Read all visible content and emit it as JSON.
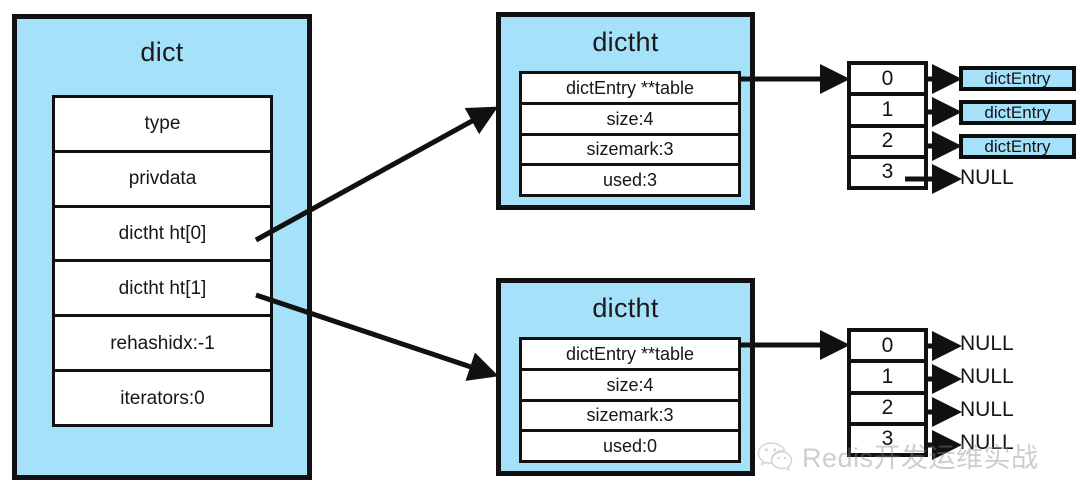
{
  "diagram": {
    "title_visible": false,
    "colors": {
      "struct_fill": "#a5e2fa",
      "entry_fill": "#a5e2fa",
      "stroke": "#111111",
      "field_fill": "#ffffff",
      "background": "#ffffff",
      "watermark": "#8a8a8a"
    }
  },
  "dict": {
    "title": "dict",
    "fields": [
      {
        "label": "type"
      },
      {
        "label": "privdata"
      },
      {
        "label": "dictht ht[0]"
      },
      {
        "label": "dictht ht[1]"
      },
      {
        "label": "rehashidx:-1"
      },
      {
        "label": "iterators:0"
      }
    ]
  },
  "ht0": {
    "title": "dictht",
    "fields": [
      {
        "label": "dictEntry **table"
      },
      {
        "label": "size:4"
      },
      {
        "label": "sizemark:3"
      },
      {
        "label": "used:3"
      }
    ],
    "buckets": [
      {
        "index": "0",
        "target": "dictEntry"
      },
      {
        "index": "1",
        "target": "dictEntry"
      },
      {
        "index": "2",
        "target": "dictEntry"
      },
      {
        "index": "3",
        "target": "NULL"
      }
    ]
  },
  "ht1": {
    "title": "dictht",
    "fields": [
      {
        "label": "dictEntry **table"
      },
      {
        "label": "size:4"
      },
      {
        "label": "sizemark:3"
      },
      {
        "label": "used:0"
      }
    ],
    "buckets": [
      {
        "index": "0",
        "target": "NULL"
      },
      {
        "index": "1",
        "target": "NULL"
      },
      {
        "index": "2",
        "target": "NULL"
      },
      {
        "index": "3",
        "target": "NULL"
      }
    ]
  },
  "watermark": {
    "text": "Redis开发运维实战",
    "logo": "wechat-icon"
  }
}
